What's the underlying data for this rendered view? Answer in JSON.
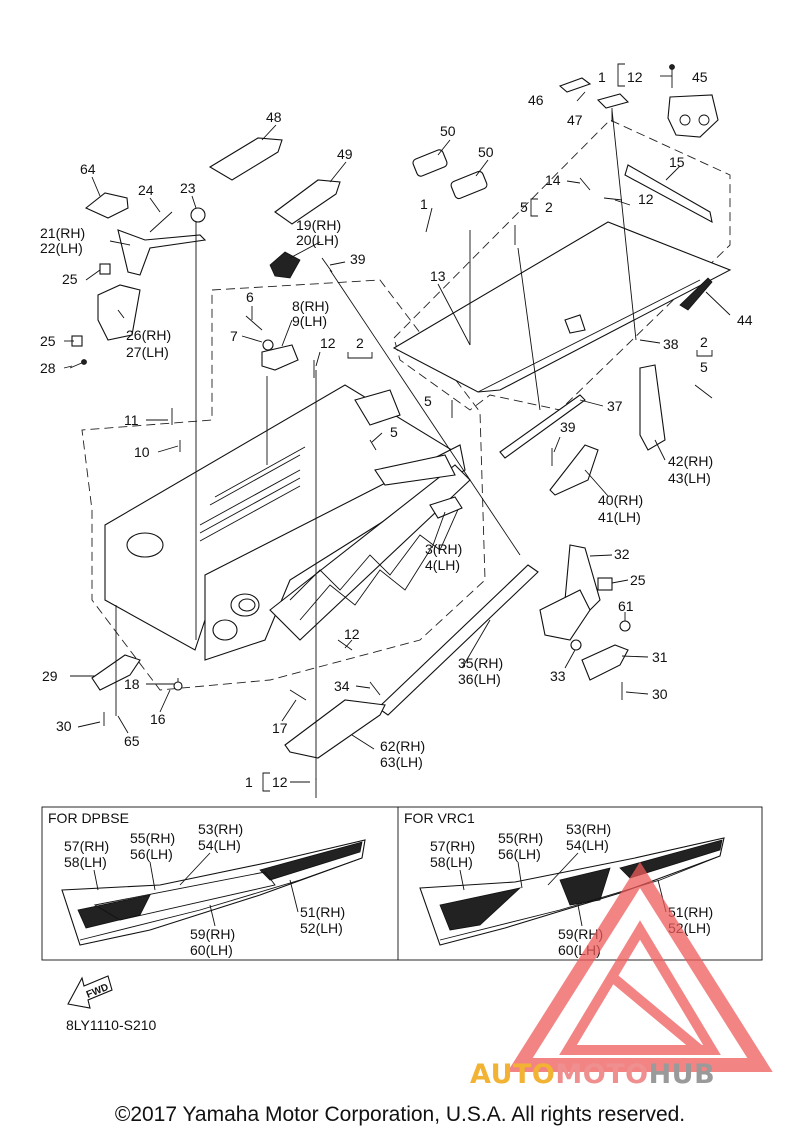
{
  "colors": {
    "line": "#111111",
    "watermark_red": "#ef5b5b",
    "watermark_orange": "#f2b233",
    "watermark_gray": "#9a9a9a"
  },
  "callouts": {
    "c1a": "1",
    "c1b": "12",
    "c45": "45",
    "c46": "46",
    "c47": "47",
    "c48": "48",
    "c49": "49",
    "c50a": "50",
    "c50b": "50",
    "c64": "64",
    "c24": "24",
    "c23": "23",
    "c19": "19(RH)",
    "c20": "20(LH)",
    "c21": "21(RH)",
    "c22": "22(LH)",
    "c15": "15",
    "c14": "14",
    "c5a": "5",
    "c2a": "2",
    "c12a": "12",
    "c1c": "1",
    "c39a": "39",
    "c25a": "25",
    "c13": "13",
    "c44": "44",
    "c6": "6",
    "c8": "8(RH)",
    "c9": "9(LH)",
    "c26": "26(RH)",
    "c27": "27(LH)",
    "c25b": "25",
    "c7": "7",
    "c12b": "12",
    "c38": "38",
    "c2b": "2",
    "c5b": "5",
    "c28": "28",
    "c2c": "2",
    "c37": "37",
    "c5c": "5",
    "c11": "11",
    "c5d": "5",
    "c39b": "39",
    "c10": "10",
    "c42": "42(RH)",
    "c43": "43(LH)",
    "c40": "40(RH)",
    "c41": "41(LH)",
    "c3": "3(RH)",
    "c4": "4(LH)",
    "c32": "32",
    "c25c": "25",
    "c61": "61",
    "c12c": "12",
    "c31": "31",
    "c35": "35(RH)",
    "c36": "36(LH)",
    "c29": "29",
    "c18": "18",
    "c33": "33",
    "c34": "34",
    "c30a": "30",
    "c16": "16",
    "c30b": "30",
    "c65": "65",
    "c17": "17",
    "c62": "62(RH)",
    "c63": "63(LH)",
    "c1d": "1",
    "c12d": "12"
  },
  "panels": {
    "left_title": "FOR DPBSE",
    "right_title": "FOR VRC1",
    "left": {
      "c57": "57(RH)",
      "c58": "58(LH)",
      "c55": "55(RH)",
      "c56": "56(LH)",
      "c53": "53(RH)",
      "c54": "54(LH)",
      "c51": "51(RH)",
      "c52": "52(LH)",
      "c59": "59(RH)",
      "c60": "60(LH)"
    },
    "right": {
      "c57": "57(RH)",
      "c58": "58(LH)",
      "c55": "55(RH)",
      "c56": "56(LH)",
      "c53": "53(RH)",
      "c54": "54(LH)",
      "c51": "51(RH)",
      "c52": "52(LH)",
      "c59": "59(RH)",
      "c60": "60(LH)"
    }
  },
  "fwd_label": "FWD",
  "diagram_code": "8LY1110-S210",
  "copyright": "©2017 Yamaha Motor Corporation, U.S.A. All rights reserved.",
  "watermark": {
    "auto": "AUTO",
    "moto": "MOTO",
    "hub": "HUB"
  }
}
